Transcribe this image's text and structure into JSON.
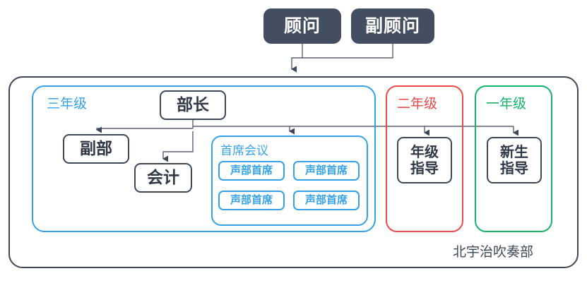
{
  "diagram": {
    "caption": "北宇治吹奏部",
    "colors": {
      "advisor_fill": "#434e61",
      "node_border": "#3d4857",
      "grade3": "#34a1e8",
      "grade2": "#ea4a4a",
      "grade1": "#17b26a",
      "connector": "#5a6270",
      "background": "#ffffff"
    },
    "advisors": [
      {
        "label": "顾问"
      },
      {
        "label": "副顾问"
      }
    ],
    "groups": {
      "grade3": {
        "label": "三年级",
        "color": "#34a1e8",
        "nodes": [
          {
            "label": "部长"
          },
          {
            "label": "副部"
          },
          {
            "label": "会计"
          }
        ],
        "subgroup": {
          "label": "首席会议",
          "color": "#34a1e8",
          "seats": [
            {
              "label": "声部首席"
            },
            {
              "label": "声部首席"
            },
            {
              "label": "声部首席"
            },
            {
              "label": "声部首席"
            }
          ]
        }
      },
      "grade2": {
        "label": "二年级",
        "color": "#ea4a4a",
        "nodes": [
          {
            "line1": "年级",
            "line2": "指导"
          }
        ]
      },
      "grade1": {
        "label": "一年级",
        "color": "#17b26a",
        "nodes": [
          {
            "line1": "新生",
            "line2": "指导"
          }
        ]
      }
    }
  }
}
